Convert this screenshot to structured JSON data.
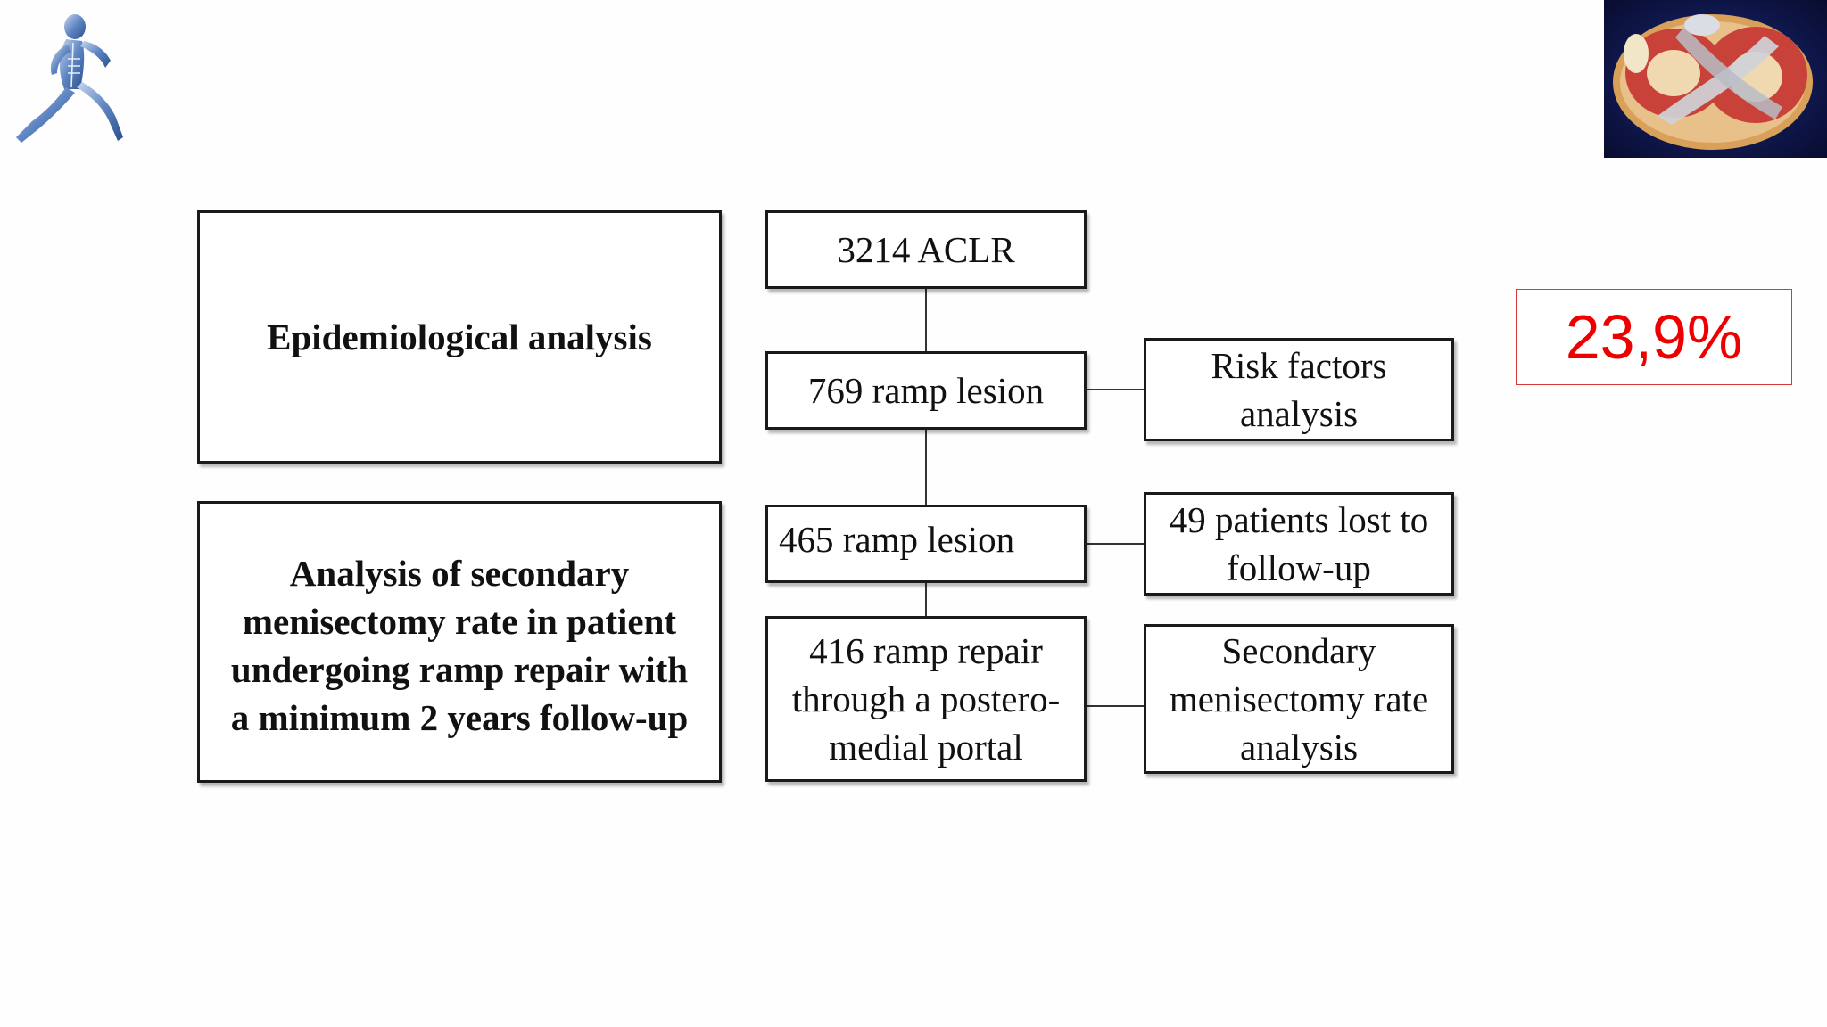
{
  "left_panels": {
    "epidemiological": "Epidemiological analysis",
    "secondary": "Analysis of secondary menisectomy rate in patient undergoing ramp repair with a minimum 2 years follow-up"
  },
  "flow": {
    "aclr": "3214 ACLR",
    "ramp_769": "769 ramp lesion",
    "ramp_465": "465 ramp lesion",
    "repair_416": "416 ramp repair through a postero-medial portal"
  },
  "side_boxes": {
    "risk_factors": "Risk factors analysis",
    "lost_followup": "49 patients lost to follow-up",
    "secondary_rate": "Secondary menisectomy rate analysis"
  },
  "highlight": {
    "percent": "23,9%",
    "color": "#ee0000"
  },
  "icons": {
    "logo": "running-man-skeleton-logo",
    "image": "knee-meniscus-illustration"
  }
}
